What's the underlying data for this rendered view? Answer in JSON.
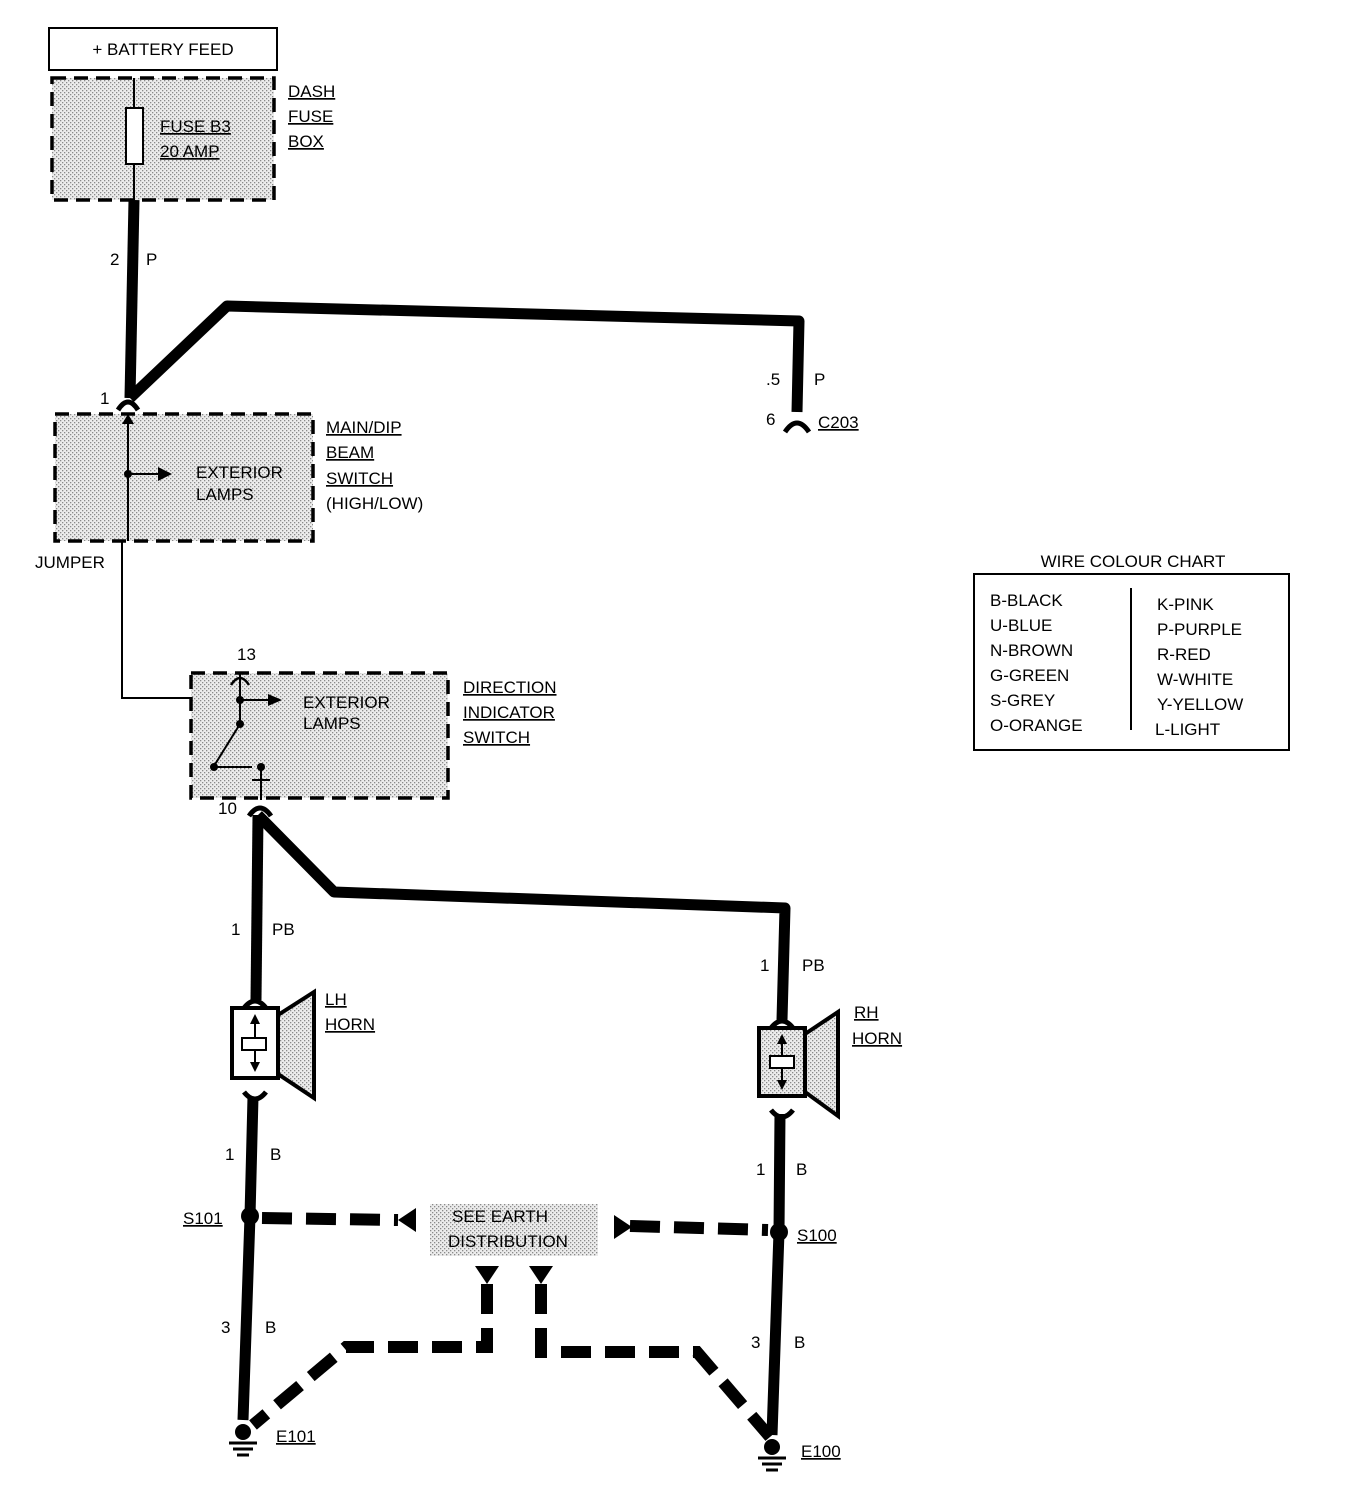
{
  "battery_feed": "+ BATTERY FEED",
  "fuse": {
    "line1": "FUSE B3",
    "line2": "20 AMP"
  },
  "dash_fuse_box": [
    "DASH",
    "FUSE",
    "BOX"
  ],
  "wire_top": {
    "size": "2",
    "colour": "P"
  },
  "wire_c203": {
    "size": ".5",
    "colour": "P"
  },
  "pin_1": "1",
  "pin_6": "6",
  "connector_c203": "C203",
  "main_dip_switch": {
    "inner": [
      "EXTERIOR",
      "LAMPS"
    ],
    "label": [
      "MAIN/DIP",
      "BEAM",
      "SWITCH",
      "(HIGH/LOW)"
    ]
  },
  "jumper": "JUMPER",
  "pin_13": "13",
  "direction_switch": {
    "inner": [
      "EXTERIOR",
      "LAMPS"
    ],
    "label": [
      "DIRECTION",
      "INDICATOR",
      "SWITCH"
    ]
  },
  "pin_10": "10",
  "wire_lh_pb": {
    "size": "1",
    "colour": "PB"
  },
  "wire_rh_pb": {
    "size": "1",
    "colour": "PB"
  },
  "lh_horn": [
    "LH",
    "HORN"
  ],
  "rh_horn": [
    "RH",
    "HORN"
  ],
  "wire_lh_b": {
    "size": "1",
    "colour": "B"
  },
  "wire_rh_b": {
    "size": "1",
    "colour": "B"
  },
  "splice_s101": "S101",
  "splice_s100": "S100",
  "earth_distribution": [
    "SEE EARTH",
    "DISTRIBUTION"
  ],
  "wire_lh_b3": {
    "size": "3",
    "colour": "B"
  },
  "wire_rh_b3": {
    "size": "3",
    "colour": "B"
  },
  "earth_e101": "E101",
  "earth_e100": "E100",
  "wire_colour_chart": {
    "title": "WIRE COLOUR CHART",
    "left": [
      "B-BLACK",
      "U-BLUE",
      "N-BROWN",
      "G-GREEN",
      "S-GREY",
      "O-ORANGE"
    ],
    "right": [
      "K-PINK",
      "P-PURPLE",
      "R-RED",
      "W-WHITE",
      "Y-YELLOW",
      "L-LIGHT"
    ]
  }
}
